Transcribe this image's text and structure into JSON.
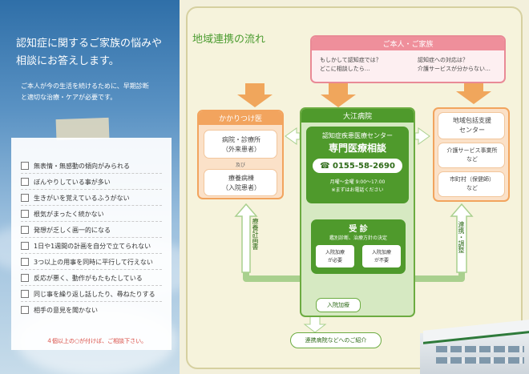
{
  "left": {
    "heading_line1": "認知症に関するご家族の悩みや",
    "heading_line2": "相談にお答えします。",
    "sub_line1": "ご本人が今の生活を続けるために、早期診断",
    "sub_line2": "と適切な治療・ケアが必要です。",
    "checklist": [
      "無表情・無感動の傾向がみられる",
      "ぼんやりしている事が多い",
      "生きがいを覚えているふうがない",
      "根気がまったく続かない",
      "発想が乏しく画一的になる",
      "1日や1週間の計画を自分で立てられない",
      "3つ以上の用事を同時に平行して行えない",
      "反応が悪く、動作がもたもたしている",
      "同じ事を繰り返し話したり、尋ねたりする",
      "相手の意見を聞かない"
    ],
    "footer_note": "４個以上の○が付けば、ご相談下さい。"
  },
  "flow": {
    "title": "地域連携の流れ",
    "family": {
      "header": "ご本人・ご家族",
      "q1_line1": "もしかして認知症では？",
      "q1_line2": "どこに相談したら…",
      "q2_line1": "認知症への対応は？",
      "q2_line2": "介護サービスが分からない…"
    },
    "kakaritsuke": {
      "header": "かかりつけ医",
      "item1_line1": "病院・診療所",
      "item1_line2": "（外来患者）",
      "and": "及び",
      "item2_line1": "療養病棟",
      "item2_line2": "（入院患者）"
    },
    "hospital": {
      "header": "大江病院",
      "center": "認知症疾患医療センター",
      "consult": "専門医療相談",
      "phone": "☎ 0155-58-2690",
      "hours": "月曜～金曜  9:00～17:00",
      "hours_note": "※まずはお電話ください",
      "exam_title": "受 診",
      "exam_sub": "鑑別診断、治療方針の決定",
      "need_line1": "入院加療",
      "need_line2": "が必要",
      "noneed_line1": "入院加療",
      "noneed_line2": "が不要",
      "admission": "入院加療"
    },
    "support": {
      "item1_line1": "地域包括支援",
      "item1_line2": "センター",
      "item2_line1": "介護サービス事業所",
      "item2_line2": "など",
      "item3_line1": "市町村（保健師）",
      "item3_line2": "など"
    },
    "left_vertical": "療養計画書",
    "right_vertical": "連携・調整",
    "referral": "連携病院などへのご紹介"
  }
}
